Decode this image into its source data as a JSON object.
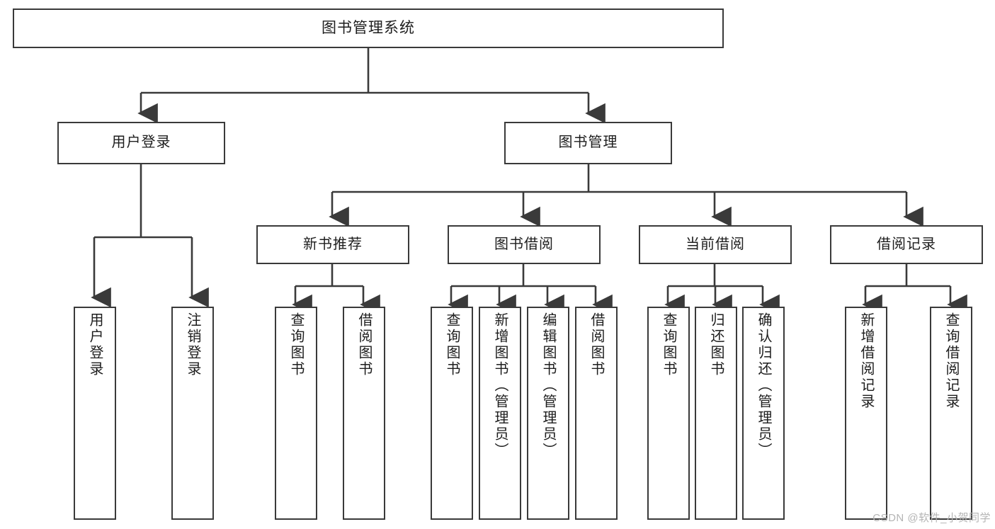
{
  "diagram": {
    "title": "图书管理系统",
    "type": "tree",
    "watermark": "CSDN @软件_小贺同学",
    "colors": {
      "stroke": "#3a3a3a",
      "text": "#1d1d1d",
      "background": "#ffffff",
      "watermark": "#b4b4b4"
    },
    "nodes": {
      "root": {
        "label": "图书管理系统"
      },
      "level2": [
        {
          "label": "用户登录"
        },
        {
          "label": "图书管理"
        }
      ],
      "level3": [
        {
          "label": "新书推荐"
        },
        {
          "label": "图书借阅"
        },
        {
          "label": "当前借阅"
        },
        {
          "label": "借阅记录"
        }
      ],
      "leaves": {
        "user_login": [
          {
            "label": "用户登录"
          },
          {
            "label": "注销登录"
          }
        ],
        "new_book_recommend": [
          {
            "label": "查询图书"
          },
          {
            "label": "借阅图书"
          }
        ],
        "book_borrow": [
          {
            "label": "查询图书"
          },
          {
            "label": "新增图书（管理员）"
          },
          {
            "label": "编辑图书（管理员）"
          },
          {
            "label": "借阅图书"
          }
        ],
        "current_borrow": [
          {
            "label": "查询图书"
          },
          {
            "label": "归还图书"
          },
          {
            "label": "确认归还（管理员）"
          }
        ],
        "borrow_record": [
          {
            "label": "新增借阅记录"
          },
          {
            "label": "查询借阅记录"
          }
        ]
      }
    }
  }
}
